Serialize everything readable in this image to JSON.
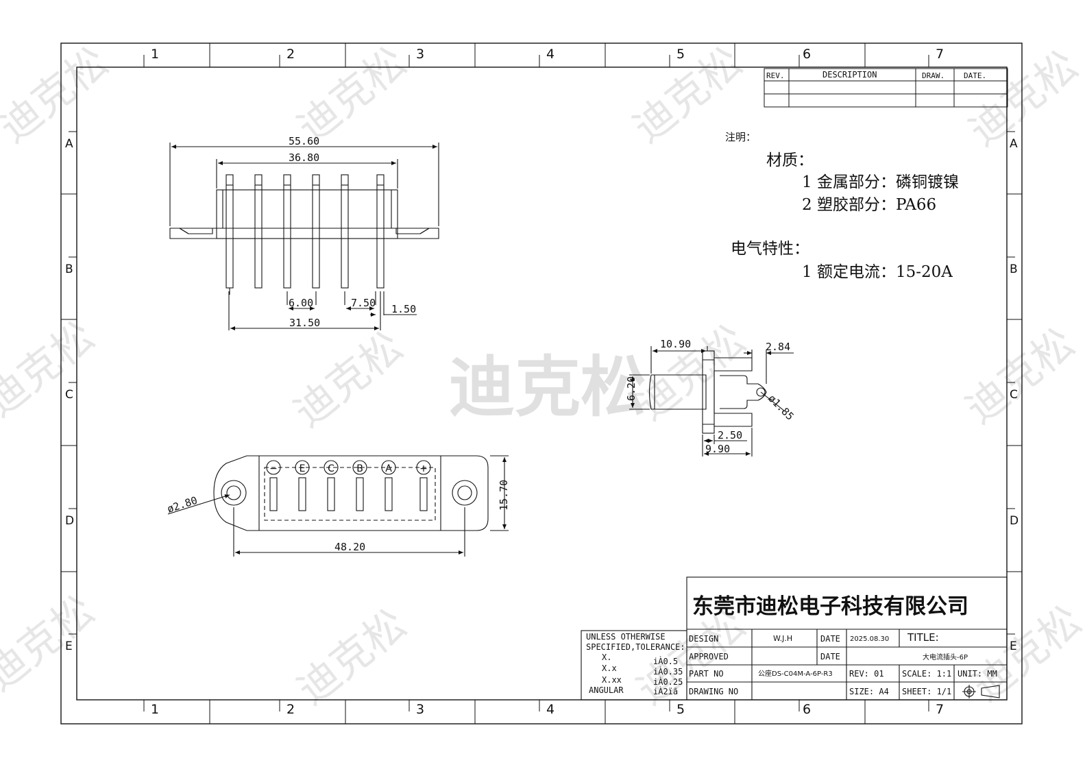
{
  "frame": {
    "col_labels": [
      "1",
      "2",
      "3",
      "4",
      "5",
      "6",
      "7"
    ],
    "row_labels": [
      "A",
      "B",
      "C",
      "D",
      "E"
    ]
  },
  "revision_table": {
    "rev": "REV.",
    "description": "DESCRIPTION",
    "draw": "DRAW.",
    "date": "DATE."
  },
  "notes": {
    "heading": "注明：",
    "material_title": "材质：",
    "material_1": "1  金属部分：磷铜镀镍",
    "material_2": "2  塑胶部分：PA66",
    "electrical_title": "电气特性：",
    "electrical_1": "1  额定电流：15-20A"
  },
  "front_view": {
    "dim_overall": "55.60",
    "dim_inner": "36.80",
    "dim_pitch": "6.00",
    "dim_gap": "7.50",
    "dim_pin": "1.50",
    "dim_span": "31.50"
  },
  "side_view": {
    "dim_length": "10.90",
    "dim_tab": "2.84",
    "dim_height": "6.20",
    "dim_hole": "ø1.85",
    "dim_flange": "2.50",
    "dim_depth": "9.90"
  },
  "top_view": {
    "dim_hole": "ø2.80",
    "dim_height": "15.70",
    "dim_width": "48.20",
    "pin_labels": [
      "−",
      "E",
      "C",
      "B",
      "A",
      "+"
    ]
  },
  "watermark": "迪克松",
  "title_block": {
    "company": "东莞市迪松电子科技有限公司",
    "tolerance_title": "UNLESS OTHERWISE",
    "tolerance_sub": "SPECIFIED,TOLERANCE:",
    "tol_x": "X.",
    "tol_x_val": "iÀ0.5",
    "tol_xx": "X.x",
    "tol_xx_val": "iÀ0.35",
    "tol_xxx": "X.xx",
    "tol_xxx_val": "iÀ0.25",
    "tol_angular": "ANGULAR",
    "tol_angular_val": "iÀ2ïã",
    "design_label": "DESIGN",
    "design_value": "W.J.H",
    "date_label": "DATE",
    "date_value": "2025.08.30",
    "title_label": "TITLE:",
    "title_value": "大电流插头-6P",
    "approved_label": "APPROVED",
    "date2_label": "DATE",
    "part_no_label": "PART NO",
    "part_no_value": "公座DS-C04M-A-6P-R3",
    "rev_label": "REV: 01",
    "scale_label": "SCALE: 1:1",
    "unit_label": "UNIT: MM",
    "drawing_no_label": "DRAWING NO",
    "size_label": "SIZE: A4",
    "sheet_label": "SHEET: 1/1"
  }
}
